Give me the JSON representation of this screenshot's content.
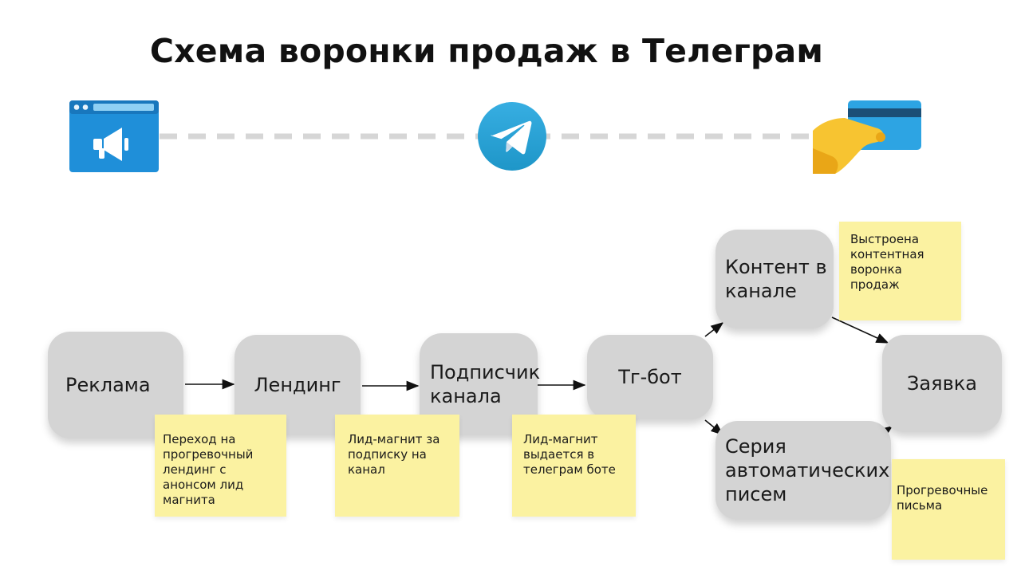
{
  "title": "Схема воронки продаж в Телеграм",
  "icons": {
    "left": "browser-megaphone-icon",
    "center": "telegram-icon",
    "right": "hand-card-payment-icon"
  },
  "colors": {
    "node_fill": "#d4d4d4",
    "note_fill": "#fbf2a1",
    "icon_blue": "#1f8fd9",
    "telegram_blue": "#2aa3df",
    "hand_yellow": "#f7c431",
    "dashed_line": "#d6d6d6"
  },
  "nodes": {
    "reklama": "Реклама",
    "lending": "Лендинг",
    "podpischik": "Подписчик канала",
    "tgbot": "Тг-бот",
    "kontent": "Контент в канале",
    "seriya": "Серия автоматических писем",
    "zayavka": "Заявка"
  },
  "notes": {
    "reklama": "Переход на прогревочный лендинг с анонсом лид магнита",
    "lending": "Лид-магнит за подписку на канал",
    "podpischik": "Лид-магнит выдается в телеграм боте",
    "kontent": "Выстроена контентная воронка продаж",
    "seriya": "Прогревочные письма"
  }
}
